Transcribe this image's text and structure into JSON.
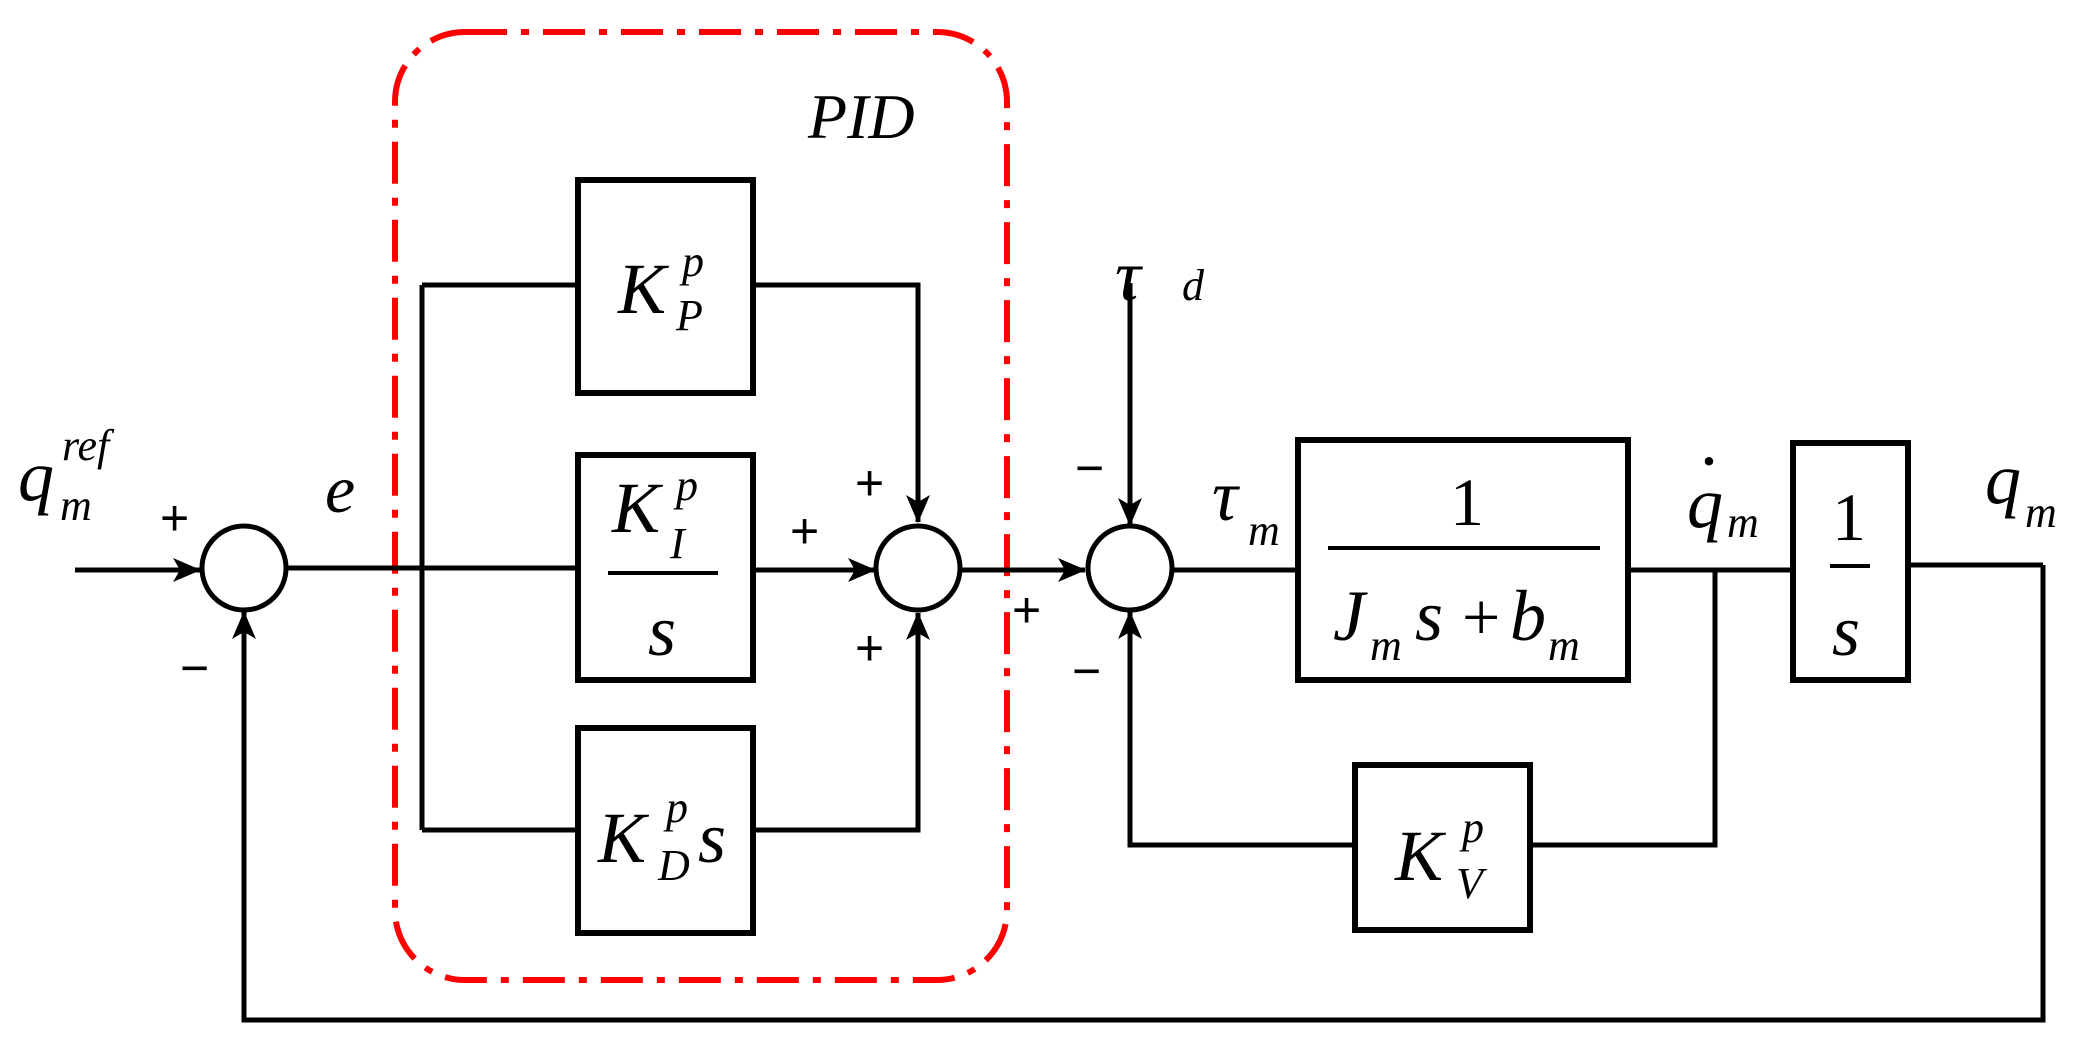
{
  "colors": {
    "line": "#000000",
    "pid_frame": "#ff0000",
    "background": "#ffffff"
  },
  "pid": {
    "title": "PID"
  },
  "signals": {
    "ref_base": "q",
    "ref_sup": "ref",
    "ref_sub": "m",
    "error": "e",
    "disturbance_base": "τ",
    "disturbance_sub": "d",
    "torque_base": "τ",
    "torque_sub": "m",
    "velocity_base": "q",
    "velocity_dot": "·",
    "velocity_sub": "m",
    "position_base": "q",
    "position_sub": "m"
  },
  "blocks": {
    "kp": {
      "base": "K",
      "sup": "p",
      "sub": "P"
    },
    "ki": {
      "base": "K",
      "sup": "p",
      "sub": "I",
      "den": "s"
    },
    "kd": {
      "base": "K",
      "sup": "p",
      "sub": "D",
      "tail": "s"
    },
    "plant": {
      "num": "1",
      "d1": "J",
      "d1sub": "m",
      "d2": "s",
      "plus": "+",
      "d3": "b",
      "d3sub": "m"
    },
    "integrator": {
      "num": "1",
      "den": "s"
    },
    "kv": {
      "base": "K",
      "sup": "p",
      "sub": "V"
    }
  },
  "signs": {
    "s1_in": "+",
    "s1_fb": "−",
    "s2_top": "+",
    "s2_left": "+",
    "s2_bottom": "+",
    "s3_top": "−",
    "s3_left": "+",
    "s3_bottom": "−"
  }
}
